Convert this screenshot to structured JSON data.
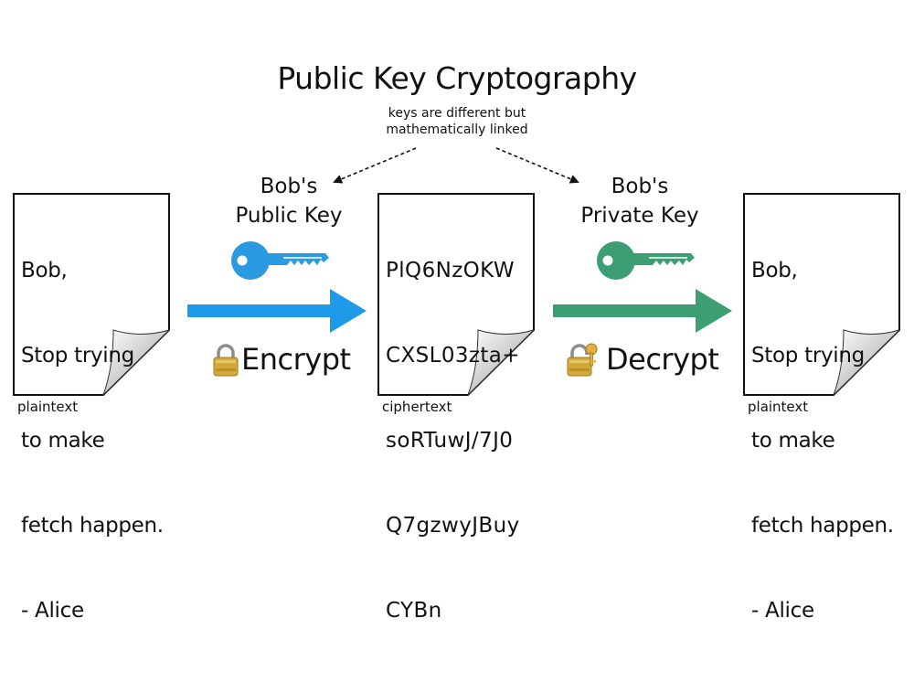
{
  "title": "Public Key Cryptography",
  "subtitle": {
    "line1": "keys are different but",
    "line2": "mathematically linked"
  },
  "public_key": {
    "label_line1": "Bob's",
    "label_line2": "Public Key",
    "color": "#2b9ae0",
    "icon": "key-icon"
  },
  "private_key": {
    "label_line1": "Bob's",
    "label_line2": "Private Key",
    "color": "#3c9e72",
    "icon": "key-icon"
  },
  "encrypt": {
    "label": "Encrypt",
    "icon": "padlock-closed-icon",
    "arrow_color": "#1f9ae8"
  },
  "decrypt": {
    "label": "Decrypt",
    "icon": "padlock-key-icon",
    "arrow_color": "#3c9e72"
  },
  "plaintext_doc": {
    "lines": [
      "Bob,",
      "Stop trying",
      "to make",
      "fetch happen.",
      "- Alice"
    ],
    "caption": "plaintext"
  },
  "ciphertext_doc": {
    "lines": [
      "PlQ6NzOKW",
      "CXSL03zta+",
      "soRTuwJ/7J0",
      "Q7gzwyJBuy",
      "CYBn"
    ],
    "caption": "ciphertext"
  },
  "decrypted_doc": {
    "lines": [
      "Bob,",
      "Stop trying",
      "to make",
      "fetch happen.",
      "- Alice"
    ],
    "caption": "plaintext"
  }
}
